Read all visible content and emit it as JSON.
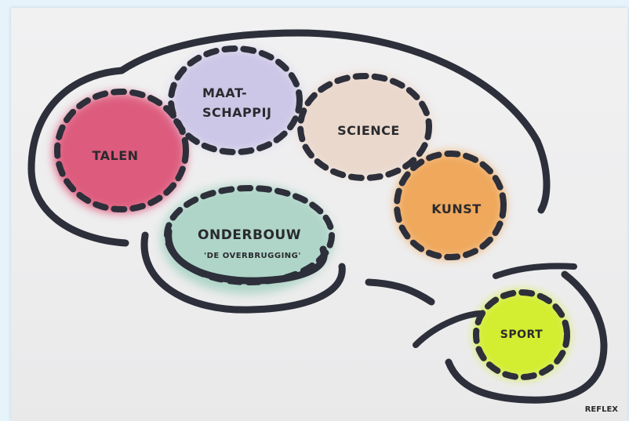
{
  "diagram": {
    "regions": [
      {
        "id": "talen",
        "label_lines": [
          "TALEN"
        ],
        "color": "#dc4e72"
      },
      {
        "id": "maatschappij",
        "label_lines": [
          "MAAT-",
          "SCHAPPIJ"
        ],
        "color": "#c9c3e6"
      },
      {
        "id": "science",
        "label_lines": [
          "SCIENCE"
        ],
        "color": "#ead6c9"
      },
      {
        "id": "kunst",
        "label_lines": [
          "KUNST"
        ],
        "color": "#f0a14e"
      },
      {
        "id": "onderbouw",
        "label_lines": [
          "ONDERBOUW"
        ],
        "sublabel": "'DE OVERBRUGGING'",
        "color": "#a9d3c4"
      },
      {
        "id": "sport",
        "label_lines": [
          "SPORT"
        ],
        "color": "#d2ee28"
      }
    ],
    "signature": "REFLEX",
    "stroke_color": "#2d2f3a"
  }
}
